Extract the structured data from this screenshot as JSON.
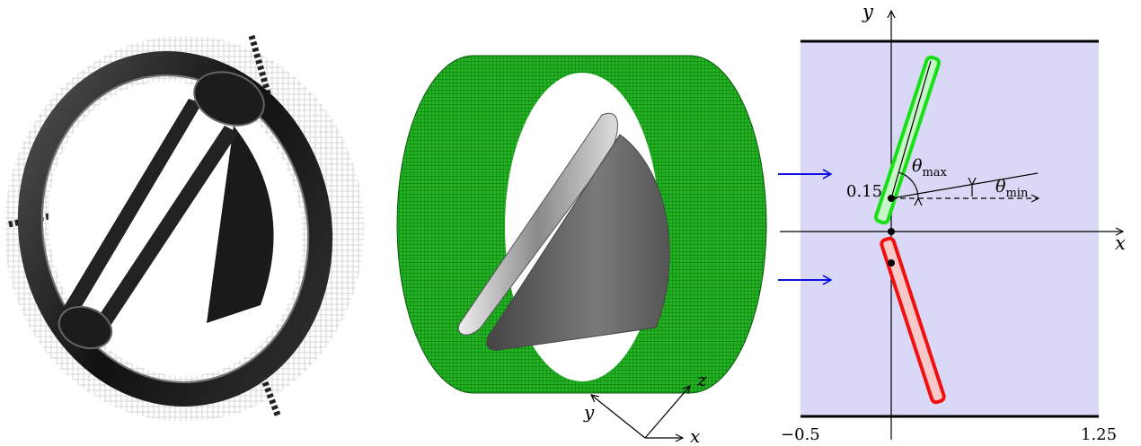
{
  "diagram": {
    "panel1": {
      "image": "mechanical-bileaflet-heart-valve-photo"
    },
    "panel2": {
      "image": "meshed-cylinder-with-two-leaflets",
      "axes": {
        "x": "x",
        "y": "y",
        "z": "z"
      }
    },
    "panel3": {
      "axis_x": "x",
      "axis_y": "y",
      "tick_y": "0.15",
      "tick_left": "−0.5",
      "tick_right": "1.25",
      "theta_max_base": "θ",
      "theta_max_sub": "max",
      "theta_min_base": "θ",
      "theta_min_sub": "min",
      "colors": {
        "domain_fill": "#d9d9f7",
        "upper_leaflet": "#18e018",
        "lower_leaflet": "#f01010",
        "inflow_arrow": "#1010e0"
      }
    }
  }
}
